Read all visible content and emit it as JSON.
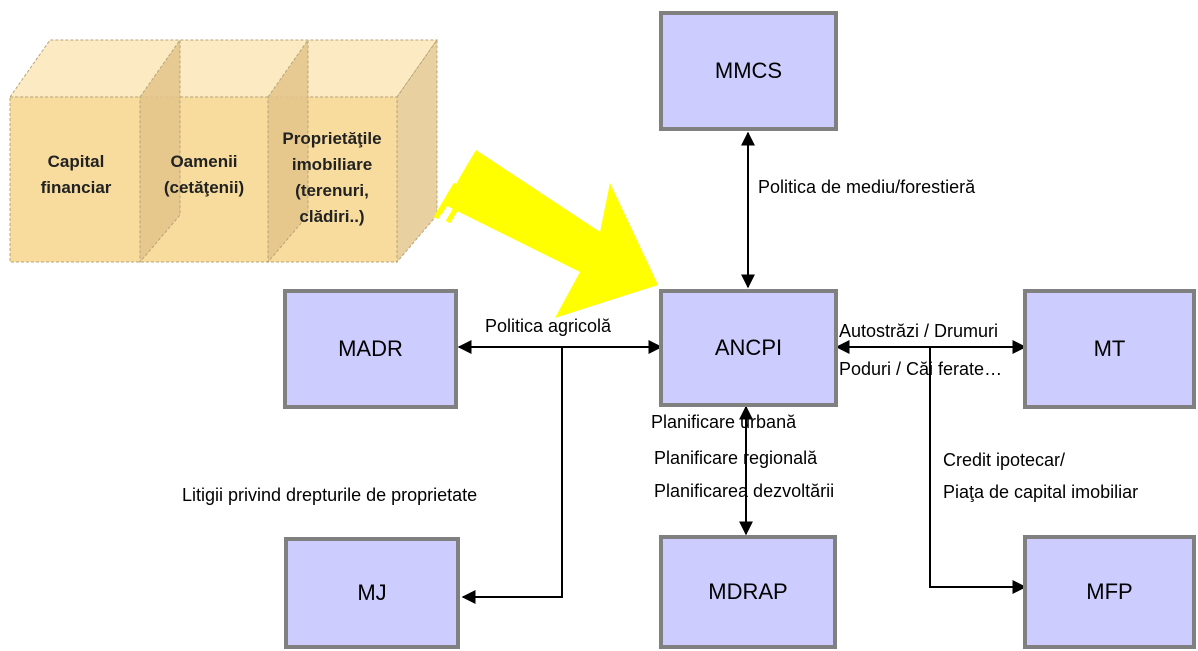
{
  "nodes": {
    "mmcs": "MMCS",
    "madr": "MADR",
    "ancpi": "ANCPI",
    "mt": "MT",
    "mj": "MJ",
    "mdrap": "MDRAP",
    "mfp": "MFP"
  },
  "cube": {
    "capital": [
      "Capital",
      "financiar"
    ],
    "oameni": [
      "Oamenii",
      "(cetăţenii)"
    ],
    "proprietati": [
      "Proprietăţile",
      "imobiliare",
      "(terenuri,",
      "clădiri..)"
    ]
  },
  "edges": {
    "mediu": "Politica de mediu/forestieră",
    "agricola": "Politica agricolă",
    "autostrazi": "Autostrăzi / Drumuri",
    "poduri": "Poduri / Căi ferate…",
    "urbana": "Planificare urbană",
    "regionala": "Planificare regională",
    "dezvoltare": "Planificarea dezvoltării",
    "credit": "Credit ipotecar/",
    "piata": "Piaţa de capital imobiliar",
    "litigii": "Litigii privind drepturile de proprietate"
  },
  "colors": {
    "node_fill": "#ccccff",
    "node_border": "#808080",
    "arrow_yellow": "#ffff00",
    "cube_front": "#f7dc9e",
    "cube_top": "#fbeac2",
    "cube_side": "#e5c98f"
  }
}
